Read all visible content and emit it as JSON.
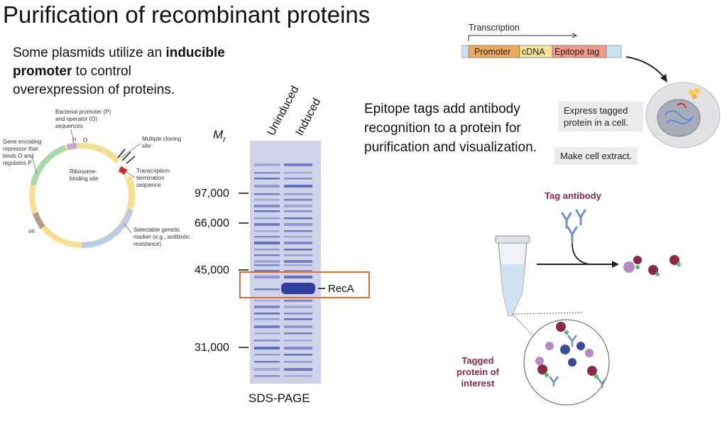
{
  "title": "Purification of recombinant proteins",
  "intro": {
    "pre": "Some plasmids utilize an ",
    "bold": "inducible promoter",
    "post": " to control overexpression of proteins."
  },
  "plasmid": {
    "bacterial_promoter": [
      "Bacterial promoter (P)",
      "and operator (O)",
      "sequences"
    ],
    "p_label": "P",
    "o_label": "O",
    "gene_repressor": [
      "Gene encoding",
      "repressor that",
      "binds O and",
      "regulates P"
    ],
    "mcs": [
      "Multiple cloning",
      "site"
    ],
    "rbs": [
      "Ribosome-",
      "binding site"
    ],
    "termination": [
      "Transcription-",
      "termination",
      "sequence"
    ],
    "ori": "ori",
    "selectable": [
      "Selectable genetic",
      "marker (e.g., antibiotic",
      "resistance)"
    ]
  },
  "gel": {
    "mr_label": "M",
    "mr_sub": "r",
    "lanes": [
      "Uninduced",
      "Induced"
    ],
    "markers": [
      "97,000",
      "66,000",
      "45,000",
      "31,000"
    ],
    "recA": "RecA",
    "caption": "SDS-PAGE"
  },
  "epitope": {
    "text": "Epitope tags add antibody recognition to a protein for purification and visualization.",
    "transcription": "Transcription",
    "segments": [
      "Promoter",
      "cDNA",
      "Epitope tag"
    ],
    "express": [
      "Express tagged",
      "protein in a cell."
    ],
    "extract": "Make cell extract.",
    "tag_antibody": "Tag antibody",
    "tagged_protein": [
      "Tagged",
      "protein of",
      "interest"
    ]
  },
  "colors": {
    "promoter": "#f0a85a",
    "cdna": "#f8e39a",
    "epitope": "#f2998a",
    "plasmid_blue": "#c9e3f3",
    "highlight": "#e46a2e",
    "label_red": "#8b2a44",
    "protein_dark": "#8b2a44",
    "protein_light": "#b58ac6",
    "bead": "#3a4a9e",
    "antibody": "#6f90c8",
    "gel_band": "#4d5bb0"
  }
}
